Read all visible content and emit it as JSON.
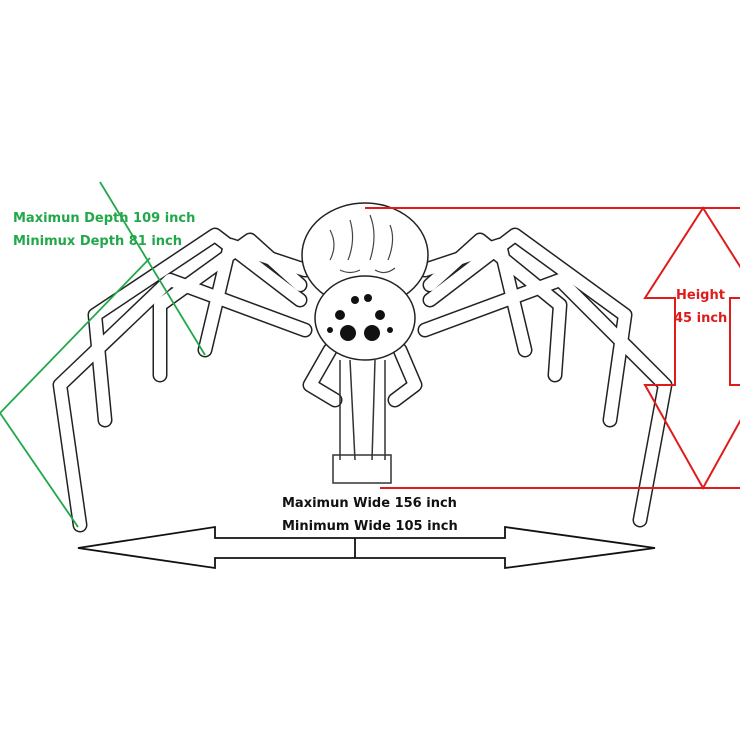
{
  "colors": {
    "depth": "#22a84a",
    "height": "#e01b1b",
    "width": "#111111"
  },
  "depth": {
    "max": "Maximun Depth 109 inch",
    "min": "Minimux Depth 81 inch"
  },
  "height": {
    "line1": "Height",
    "line2": "45 inch"
  },
  "width": {
    "max": "Maximun Wide 156 inch",
    "min": "Minimum Wide  105 inch"
  }
}
